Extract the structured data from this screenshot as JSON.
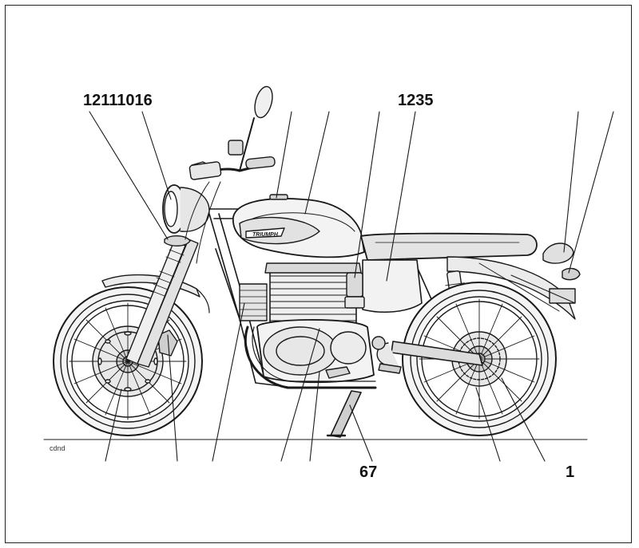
{
  "diagram": {
    "code": "cdnd",
    "labels": {
      "top_left": "12111016",
      "top_middle": "1235",
      "bottom_middle": "67",
      "bottom_right": "1"
    },
    "colors": {
      "line": "#1a1a1a",
      "fill_light": "#f2f2f2",
      "fill_mid": "#d6d6d6"
    }
  }
}
